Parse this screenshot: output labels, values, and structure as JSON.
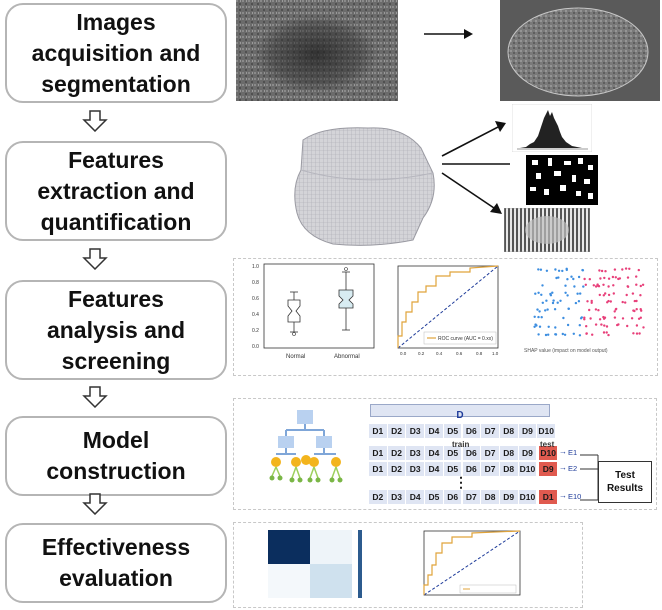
{
  "steps": [
    {
      "label": "Images\nacquisition and\nsegmentation"
    },
    {
      "label": "Features\nextraction and\nquantification"
    },
    {
      "label": "Features\nanalysis and\nscreening"
    },
    {
      "label": "Model\nconstruction"
    },
    {
      "label": "Effectiveness\nevaluation"
    }
  ],
  "analysis": {
    "box_categories": [
      "Normal",
      "Abnormal"
    ],
    "roc_legend": "ROC curve (AUC = 0.xx)",
    "shap_xlabel": "SHAP value (impact on model output)"
  },
  "model": {
    "dataset_label": "D",
    "train_label": "train",
    "test_label": "test",
    "rows": [
      {
        "cells": [
          "D1",
          "D2",
          "D3",
          "D4",
          "D5",
          "D6",
          "D7",
          "D8",
          "D9"
        ],
        "test": "D10",
        "result": "E1"
      },
      {
        "cells": [
          "D1",
          "D2",
          "D3",
          "D4",
          "D5",
          "D6",
          "D7",
          "D8",
          "D10"
        ],
        "test": "D9",
        "result": "E2"
      },
      {
        "cells": [
          "D2",
          "D3",
          "D4",
          "D5",
          "D6",
          "D7",
          "D8",
          "D9",
          "D10"
        ],
        "test": "D1",
        "result": "E10"
      }
    ],
    "ellipsis": "⋮",
    "top_row": [
      "D1",
      "D2",
      "D3",
      "D4",
      "D5",
      "D6",
      "D7",
      "D8",
      "D9",
      "D10"
    ],
    "test_results": "Test\nResults"
  },
  "colors": {
    "test_cell": "#e05a4f",
    "cell": "#dfe5f3",
    "d_bar": "#dfe5f3",
    "roc": "#e0a33a",
    "diag": "#1f3c9a"
  }
}
